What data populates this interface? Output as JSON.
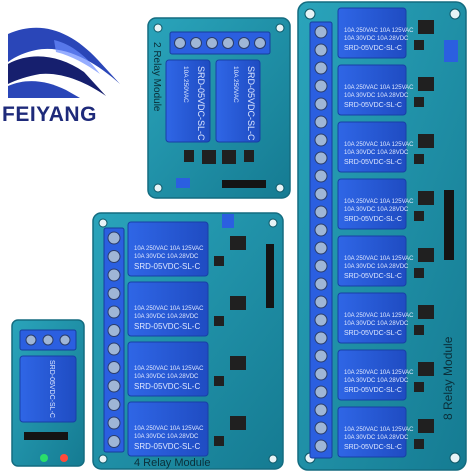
{
  "brand": {
    "name": "FEIYANG",
    "text_color": "#1e2a7a",
    "logo_blue": "#2a46b8",
    "logo_dark": "#161f6e"
  },
  "colors": {
    "pcb": "#1f8fa6",
    "pcb_dark": "#136c80",
    "relay": "#2a5bd6",
    "relay_edge": "#183fa6",
    "terminal": "#2b5fe0",
    "chip": "#202020"
  },
  "relay_text": {
    "line1": "10A 250VAC",
    "line2": "10A 125VAC",
    "line3": "10A 30VDC",
    "line4": "10A 28VDC",
    "model": "SRD-05VDC-SL-C"
  },
  "modules": [
    {
      "label": "2 Relay Module"
    },
    {
      "label": "4 Relay Module"
    },
    {
      "label": "8 Relay Module"
    },
    {
      "label": ""
    }
  ]
}
